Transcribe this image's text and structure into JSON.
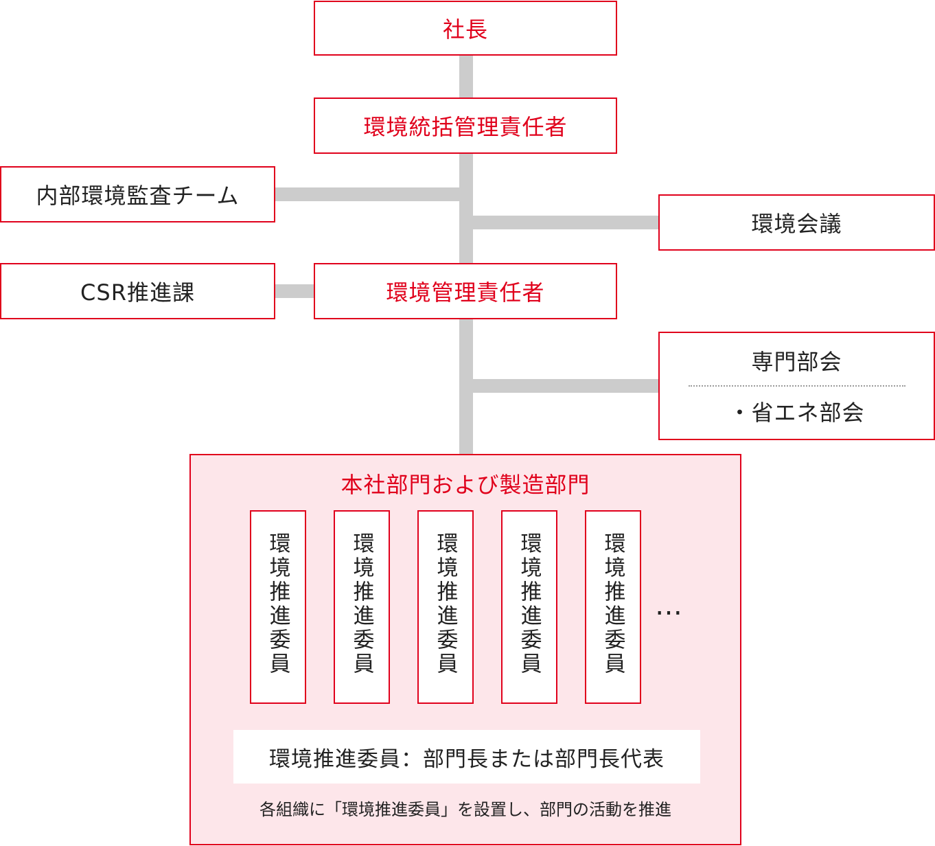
{
  "nodes": {
    "president": "社長",
    "general_manager": "環境統括管理責任者",
    "audit_team": "内部環境監査チーム",
    "env_meeting": "環境会議",
    "csr": "CSR推進課",
    "manager": "環境管理責任者",
    "specialist": {
      "title": "専門部会",
      "item": "・省エネ部会"
    }
  },
  "group": {
    "title": "本社部門および製造部門",
    "members": [
      "環境推進委員",
      "環境推進委員",
      "環境推進委員",
      "環境推進委員",
      "環境推進委員"
    ],
    "ellipsis": "…",
    "legend": "環境推進委員：部門長または部門長代表",
    "note": "各組織に「環境推進委員」を設置し、部門の活動を推進"
  },
  "colors": {
    "accent": "#e0001b",
    "connector": "#cccccc",
    "group_fill": "#fde6ea"
  }
}
